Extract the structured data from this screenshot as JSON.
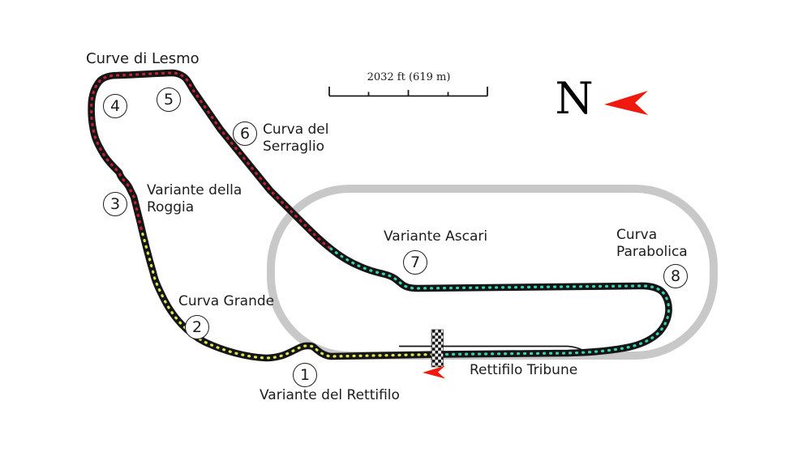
{
  "map": {
    "compass_label": "N",
    "scale_label": "2032 ft (619 m)"
  },
  "corner_labels": {
    "lesmo": "Curve di Lesmo",
    "serraglio_line1": "Curva del",
    "serraglio_line2": "Serraglio",
    "roggia_line1": "Variante della",
    "roggia_line2": "Roggia",
    "grande": "Curva Grande",
    "ascari": "Variante Ascari",
    "parabolica_line1": "Curva",
    "parabolica_line2": "Parabolica",
    "rettifilo": "Variante del Rettifilo",
    "tribune": "Rettifilo Tribune"
  },
  "corner_numbers": [
    "1",
    "2",
    "3",
    "4",
    "5",
    "6",
    "7",
    "8"
  ],
  "colors": {
    "track_outline": "#151515",
    "sector_red": "#c32135",
    "sector_yellow": "#dde54d",
    "sector_cyan": "#36d3b2",
    "oval_gray": "#c8c8c8",
    "arrow_red": "#ef1a0d",
    "scale_ink": "#1a1a1a"
  }
}
